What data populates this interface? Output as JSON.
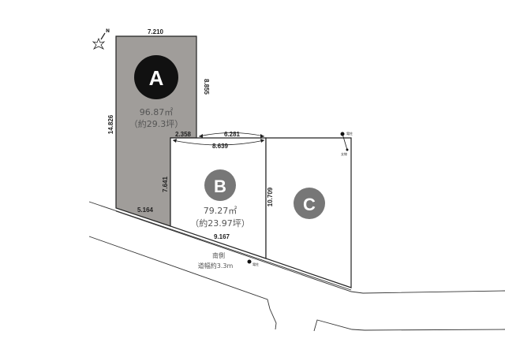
{
  "compass": {
    "north": "N"
  },
  "lots": [
    {
      "label": "A",
      "area": "96.87㎡",
      "tsubo": "（約29.3坪）",
      "color": "#a09d9a"
    },
    {
      "label": "B",
      "area": "79.27㎡",
      "tsubo": "（約23.97坪）"
    },
    {
      "label": "C"
    }
  ],
  "dimensions": {
    "a_top": "7.210",
    "a_right": "8.855",
    "a_left": "14.826",
    "a_bottom": "5.164",
    "a_step": "2.358",
    "b_left": "7.641",
    "b_top_inner": "6.281",
    "b_top_outer": "8.639",
    "b_bottom": "9.167",
    "c_left": "10.709"
  },
  "road": {
    "side": "南側",
    "width": "道幅約3.3m"
  },
  "poles": [
    {
      "label": "電柱"
    },
    {
      "label": "電柱"
    },
    {
      "label": "支線"
    }
  ]
}
